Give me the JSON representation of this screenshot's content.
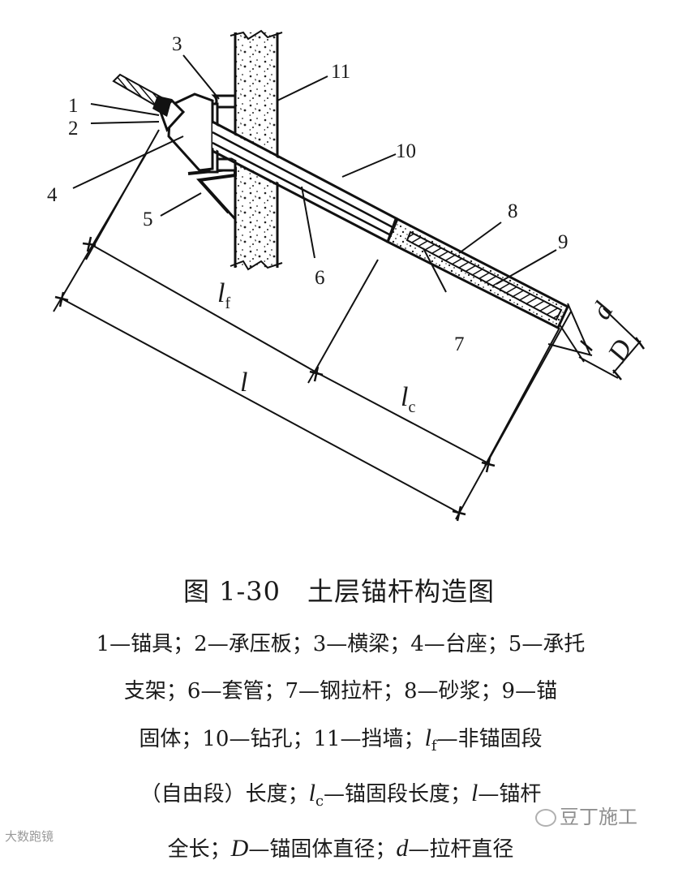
{
  "figure": {
    "labels": {
      "n1": "1",
      "n2": "2",
      "n3": "3",
      "n4": "4",
      "n5": "5",
      "n6": "6",
      "n7": "7",
      "n8": "8",
      "n9": "9",
      "n10": "10",
      "n11": "11"
    },
    "dims": {
      "lf_main": "l",
      "lf_sub": "f",
      "l_main": "l",
      "lc_main": "l",
      "lc_sub": "c",
      "d": "d",
      "D": "D"
    }
  },
  "caption": "图 1-30　土层锚杆构造图",
  "legend": {
    "line1": "1—锚具；2—承压板；3—横梁；4—台座；5—承托",
    "line2": "支架；6—套管；7—钢拉杆；8—砂浆；9—锚",
    "line3a": "固体；10—钻孔；11—挡墙；",
    "line3b_sym": "l",
    "line3b_sub": "f",
    "line3c": "—非锚固段",
    "line4a": "（自由段）长度；",
    "line4b_sym": "l",
    "line4b_sub": "c",
    "line4c": "—锚固段长度；",
    "line4d_sym": "l",
    "line4e": "—锚杆",
    "line5a": "全长；",
    "line5b_sym": "D",
    "line5c": "—锚固体直径；",
    "line5d_sym": "d",
    "line5e": "—拉杆直径"
  },
  "watermarks": {
    "left": "大数跑镜",
    "right": "豆丁施工"
  }
}
